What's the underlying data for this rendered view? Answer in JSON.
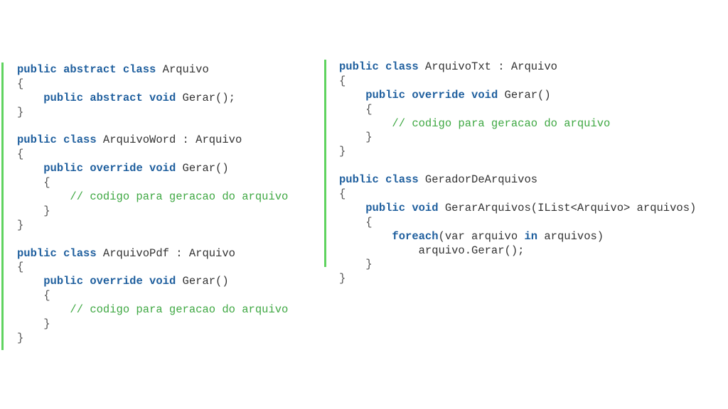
{
  "colors": {
    "accent_bar": "#5fd35f",
    "keyword": "#1f5f9e",
    "comment": "#3fa843",
    "text": "#333333"
  },
  "left_panel": {
    "lines": [
      [
        {
          "t": "kw",
          "v": "public abstract class"
        },
        {
          "t": "tx",
          "v": " Arquivo"
        }
      ],
      [
        {
          "t": "brace",
          "v": "{"
        }
      ],
      [
        {
          "t": "tx",
          "v": "    "
        },
        {
          "t": "kw",
          "v": "public abstract void"
        },
        {
          "t": "tx",
          "v": " Gerar();"
        }
      ],
      [
        {
          "t": "brace",
          "v": "}"
        }
      ],
      null,
      [
        {
          "t": "kw",
          "v": "public class"
        },
        {
          "t": "tx",
          "v": " ArquivoWord : Arquivo"
        }
      ],
      [
        {
          "t": "brace",
          "v": "{"
        }
      ],
      [
        {
          "t": "tx",
          "v": "    "
        },
        {
          "t": "kw",
          "v": "public override void"
        },
        {
          "t": "tx",
          "v": " Gerar()"
        }
      ],
      [
        {
          "t": "brace",
          "v": "    {"
        }
      ],
      [
        {
          "t": "cm",
          "v": "        // codigo para geracao do arquivo"
        }
      ],
      [
        {
          "t": "brace",
          "v": "    }"
        }
      ],
      [
        {
          "t": "brace",
          "v": "}"
        }
      ],
      null,
      [
        {
          "t": "kw",
          "v": "public class"
        },
        {
          "t": "tx",
          "v": " ArquivoPdf : Arquivo"
        }
      ],
      [
        {
          "t": "brace",
          "v": "{"
        }
      ],
      [
        {
          "t": "tx",
          "v": "    "
        },
        {
          "t": "kw",
          "v": "public override void"
        },
        {
          "t": "tx",
          "v": " Gerar()"
        }
      ],
      [
        {
          "t": "brace",
          "v": "    {"
        }
      ],
      [
        {
          "t": "cm",
          "v": "        // codigo para geracao do arquivo"
        }
      ],
      [
        {
          "t": "brace",
          "v": "    }"
        }
      ],
      [
        {
          "t": "brace",
          "v": "}"
        }
      ]
    ]
  },
  "right_panel": {
    "lines": [
      [
        {
          "t": "kw",
          "v": "public class"
        },
        {
          "t": "tx",
          "v": " ArquivoTxt : Arquivo"
        }
      ],
      [
        {
          "t": "brace",
          "v": "{"
        }
      ],
      [
        {
          "t": "tx",
          "v": "    "
        },
        {
          "t": "kw",
          "v": "public override void"
        },
        {
          "t": "tx",
          "v": " Gerar()"
        }
      ],
      [
        {
          "t": "brace",
          "v": "    {"
        }
      ],
      [
        {
          "t": "cm",
          "v": "        // codigo para geracao do arquivo"
        }
      ],
      [
        {
          "t": "brace",
          "v": "    }"
        }
      ],
      [
        {
          "t": "brace",
          "v": "}"
        }
      ],
      null,
      [
        {
          "t": "kw",
          "v": "public class"
        },
        {
          "t": "tx",
          "v": " GeradorDeArquivos"
        }
      ],
      [
        {
          "t": "brace",
          "v": "{"
        }
      ],
      [
        {
          "t": "tx",
          "v": "    "
        },
        {
          "t": "kw",
          "v": "public void"
        },
        {
          "t": "tx",
          "v": " GerarArquivos(IList<Arquivo> arquivos)"
        }
      ],
      [
        {
          "t": "brace",
          "v": "    {"
        }
      ],
      [
        {
          "t": "tx",
          "v": "        "
        },
        {
          "t": "kw",
          "v": "foreach"
        },
        {
          "t": "tx",
          "v": "(var arquivo "
        },
        {
          "t": "kw",
          "v": "in"
        },
        {
          "t": "tx",
          "v": " arquivos)"
        }
      ],
      [
        {
          "t": "tx",
          "v": "            arquivo.Gerar();"
        }
      ],
      [
        {
          "t": "brace",
          "v": "    }"
        }
      ],
      [
        {
          "t": "brace",
          "v": "}"
        }
      ]
    ]
  }
}
